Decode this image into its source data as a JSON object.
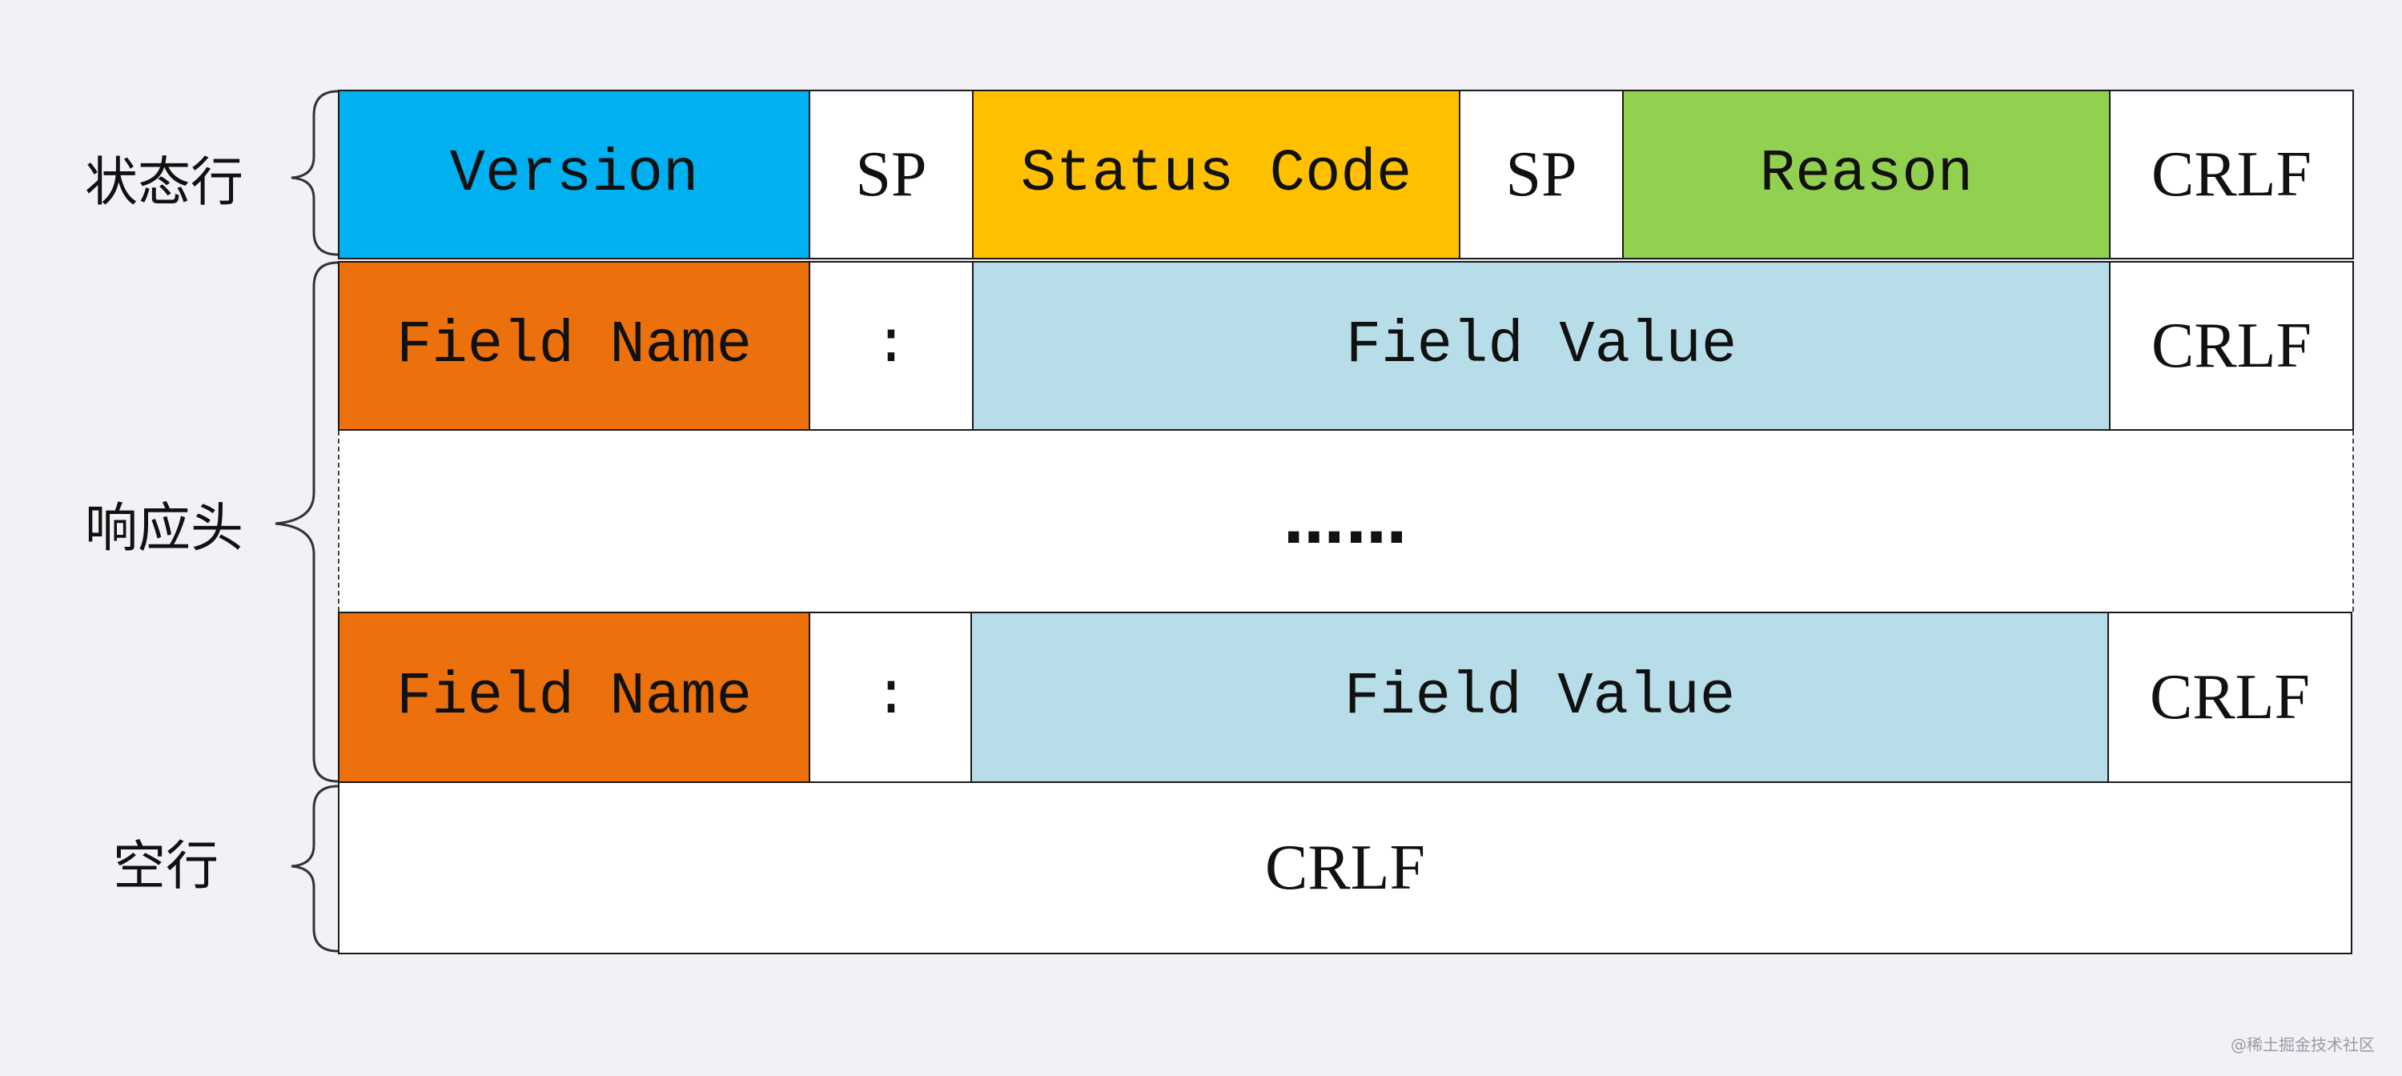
{
  "sections": {
    "status_line": "状态行",
    "response_headers": "响应头",
    "blank_line": "空行"
  },
  "status_line": {
    "version": "Version",
    "sp1": "SP",
    "status_code": "Status Code",
    "sp2": "SP",
    "reason": "Reason",
    "crlf": "CRLF"
  },
  "header_rows": [
    {
      "field_name": "Field Name",
      "colon": ":",
      "field_value": "Field Value",
      "crlf": "CRLF"
    },
    {
      "field_name": "Field Name",
      "colon": ":",
      "field_value": "Field Value",
      "crlf": "CRLF"
    }
  ],
  "ellipsis": "……",
  "blank_line": {
    "crlf": "CRLF"
  },
  "watermark": "@稀土掘金技术社区",
  "colors": {
    "version": "#00b0f0",
    "status_code": "#ffc000",
    "reason": "#92d050",
    "field_name": "#ec700c",
    "field_value": "#b7dde8",
    "background": "#f2f1f6"
  }
}
